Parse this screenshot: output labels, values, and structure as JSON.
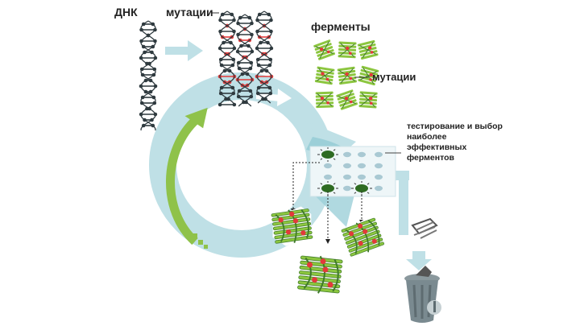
{
  "labels": {
    "dna": "ДНК",
    "mutations_top": "мутации",
    "enzymes": "ферменты",
    "mutations_right": "мутации",
    "testing": [
      "тестирование и выбор",
      "наиболее",
      "эффективных",
      "ферментов"
    ]
  },
  "colors": {
    "cycle": "#bfe0e6",
    "cycle_dark": "#9ccfd8",
    "green_arrow": "#8fc24a",
    "dna": "#2f3a3f",
    "mutation": "#e23a3a",
    "enzyme": "#8cc63f",
    "enzyme_dark": "#3f7a2a",
    "plate": "#eef6f8",
    "dot": "#a9c9d3",
    "hit": "#2e6b22",
    "bin": "#7a8a90"
  },
  "icons": {
    "trash": "trash-bin-icon",
    "arrow": "arrow-icon"
  }
}
